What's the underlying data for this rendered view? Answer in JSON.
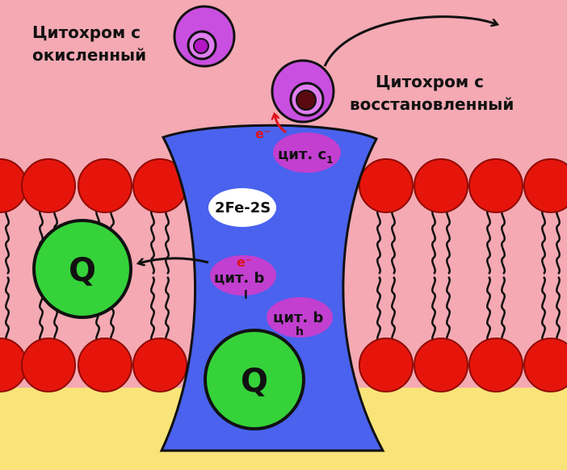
{
  "labels": {
    "cyt_c_oxidized": [
      "Цитохром с",
      "окисленный"
    ],
    "cyt_c_reduced": [
      "Цитохром с",
      "восстановленный"
    ],
    "cyt_c1": "цит. c",
    "cyt_c1_sub": "1",
    "fe_s": "2Fe-2S",
    "cyt_bl": "цит. b",
    "cyt_bl_sub": "l",
    "cyt_bh": "цит. b",
    "cyt_bh_sub": "h",
    "q": "Q",
    "electron": "e⁻"
  },
  "colors": {
    "background_top": "#f4a9b3",
    "background_bottom": "#f9e479",
    "lipid_head": "#e6150b",
    "lipid_head_stroke": "#8f0a04",
    "protein": "#4a62ee",
    "heme_oval": "#c23fd0",
    "quinone": "#35d23a",
    "cytochrome_outer": "#c94fe0",
    "cytochrome_inner": "#e07ef0",
    "arrow_red": "#e0121a",
    "outline": "#111111"
  },
  "icons": [
    "cytochrome-c-oxidized-icon",
    "cytochrome-c-reduced-icon",
    "ubiquinone-icon",
    "arrow-icon"
  ]
}
